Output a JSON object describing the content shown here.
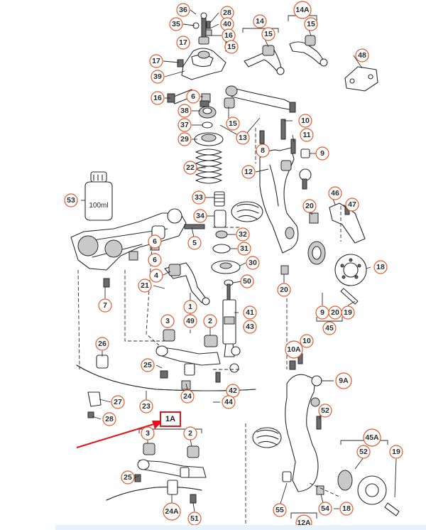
{
  "bottle_label": "100ml",
  "callouts": [
    {
      "id": "c36",
      "label": "36"
    },
    {
      "id": "c28a",
      "label": "28"
    },
    {
      "id": "c35",
      "label": "35"
    },
    {
      "id": "c40",
      "label": "40"
    },
    {
      "id": "c16a",
      "label": "16"
    },
    {
      "id": "c14",
      "label": "14"
    },
    {
      "id": "c15a",
      "label": "15"
    },
    {
      "id": "c14A",
      "label": "14A"
    },
    {
      "id": "c15b",
      "label": "15"
    },
    {
      "id": "c17a",
      "label": "17"
    },
    {
      "id": "c15c",
      "label": "15"
    },
    {
      "id": "c48",
      "label": "48"
    },
    {
      "id": "c17b",
      "label": "17"
    },
    {
      "id": "c39",
      "label": "39"
    },
    {
      "id": "c16b",
      "label": "16"
    },
    {
      "id": "c6a",
      "label": "6"
    },
    {
      "id": "c38",
      "label": "38"
    },
    {
      "id": "c15d",
      "label": "15"
    },
    {
      "id": "c10a",
      "label": "10"
    },
    {
      "id": "c37",
      "label": "37"
    },
    {
      "id": "c13",
      "label": "13"
    },
    {
      "id": "c11",
      "label": "11"
    },
    {
      "id": "c29",
      "label": "29"
    },
    {
      "id": "c8",
      "label": "8"
    },
    {
      "id": "c9a",
      "label": "9"
    },
    {
      "id": "c22",
      "label": "22"
    },
    {
      "id": "c12",
      "label": "12"
    },
    {
      "id": "c53",
      "label": "53"
    },
    {
      "id": "c33",
      "label": "33"
    },
    {
      "id": "c46",
      "label": "46"
    },
    {
      "id": "c47",
      "label": "47"
    },
    {
      "id": "c34",
      "label": "34"
    },
    {
      "id": "c20a",
      "label": "20"
    },
    {
      "id": "c5",
      "label": "5"
    },
    {
      "id": "c32",
      "label": "32"
    },
    {
      "id": "c6b",
      "label": "6"
    },
    {
      "id": "c31",
      "label": "31"
    },
    {
      "id": "c18a",
      "label": "18"
    },
    {
      "id": "c6c",
      "label": "6"
    },
    {
      "id": "c30",
      "label": "30"
    },
    {
      "id": "c4",
      "label": "4"
    },
    {
      "id": "c21",
      "label": "21"
    },
    {
      "id": "c50",
      "label": "50"
    },
    {
      "id": "c20b",
      "label": "20"
    },
    {
      "id": "c7",
      "label": "7"
    },
    {
      "id": "c1",
      "label": "1"
    },
    {
      "id": "c41",
      "label": "41"
    },
    {
      "id": "c9b",
      "label": "9"
    },
    {
      "id": "c20c",
      "label": "20"
    },
    {
      "id": "c19a",
      "label": "19"
    },
    {
      "id": "c3a",
      "label": "3"
    },
    {
      "id": "c49",
      "label": "49"
    },
    {
      "id": "c2a",
      "label": "2"
    },
    {
      "id": "c45a",
      "label": "45"
    },
    {
      "id": "c43",
      "label": "43"
    },
    {
      "id": "c26",
      "label": "26"
    },
    {
      "id": "c10b",
      "label": "10"
    },
    {
      "id": "c10A",
      "label": "10A"
    },
    {
      "id": "c25a",
      "label": "25"
    },
    {
      "id": "c9A",
      "label": "9A"
    },
    {
      "id": "c24a",
      "label": "24"
    },
    {
      "id": "c42",
      "label": "42"
    },
    {
      "id": "c27",
      "label": "27"
    },
    {
      "id": "c23",
      "label": "23"
    },
    {
      "id": "c44",
      "label": "44"
    },
    {
      "id": "c52a",
      "label": "52"
    },
    {
      "id": "c28b",
      "label": "28"
    },
    {
      "id": "c3b",
      "label": "3"
    },
    {
      "id": "c2b",
      "label": "2"
    },
    {
      "id": "c45A",
      "label": "45A"
    },
    {
      "id": "c52b",
      "label": "52"
    },
    {
      "id": "c19b",
      "label": "19"
    },
    {
      "id": "c25b",
      "label": "25"
    },
    {
      "id": "c24A",
      "label": "24A"
    },
    {
      "id": "c55",
      "label": "55"
    },
    {
      "id": "c54",
      "label": "54"
    },
    {
      "id": "c18b",
      "label": "18"
    },
    {
      "id": "c51",
      "label": "51"
    },
    {
      "id": "c12A",
      "label": "12A"
    }
  ],
  "highlight": {
    "label": "1A",
    "arrow_color": "#e0141a"
  },
  "colors": {
    "callout_ring": "#e05a2a",
    "highlight": "#e0141a",
    "line": "#2a2a2a",
    "footer": "#e6f3fb"
  }
}
